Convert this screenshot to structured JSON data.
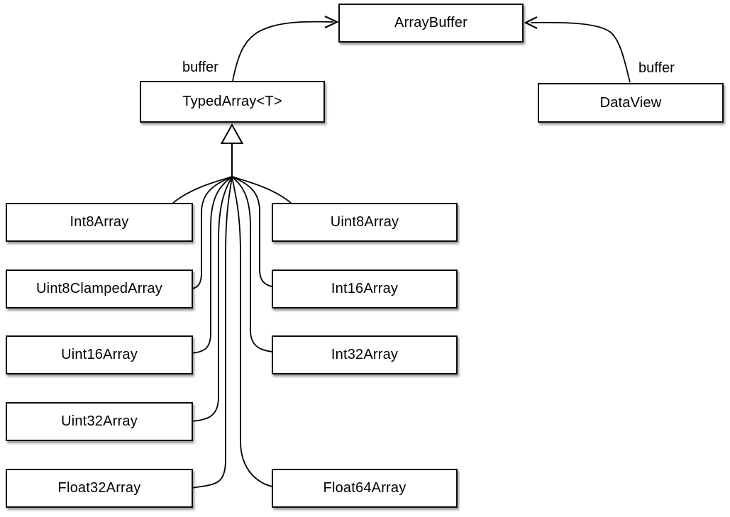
{
  "diagram": {
    "title_implied": "TypedArray class hierarchy",
    "nodes": {
      "array_buffer": {
        "label": "ArrayBuffer"
      },
      "typed_array": {
        "label": "TypedArray<T>"
      },
      "data_view": {
        "label": "DataView"
      },
      "int8": {
        "label": "Int8Array"
      },
      "uint8": {
        "label": "Uint8Array"
      },
      "uint8_clamped": {
        "label": "Uint8ClampedArray"
      },
      "int16": {
        "label": "Int16Array"
      },
      "uint16": {
        "label": "Uint16Array"
      },
      "int32": {
        "label": "Int32Array"
      },
      "uint32": {
        "label": "Uint32Array"
      },
      "float32": {
        "label": "Float32Array"
      },
      "float64": {
        "label": "Float64Array"
      }
    },
    "edge_labels": {
      "typed_array_buffer": "buffer",
      "data_view_buffer": "buffer"
    },
    "colors": {
      "stroke": "#000000",
      "node_fill": "#ffffff",
      "background": "#ffffff"
    }
  }
}
